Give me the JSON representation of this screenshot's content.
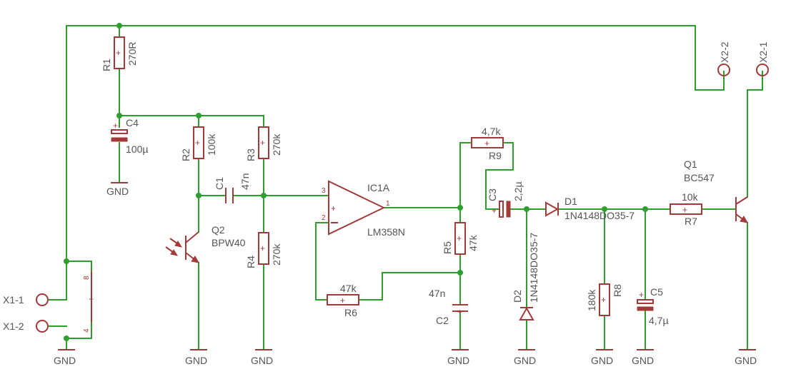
{
  "components": {
    "R1": {
      "name": "R1",
      "value": "270R"
    },
    "R2": {
      "name": "R2",
      "value": "100k"
    },
    "R3": {
      "name": "R3",
      "value": "270k"
    },
    "R4": {
      "name": "R4",
      "value": "270k"
    },
    "R5": {
      "name": "R5",
      "value": "47k"
    },
    "R6": {
      "name": "R6",
      "value": "47k"
    },
    "R7": {
      "name": "R7",
      "value": "10k"
    },
    "R8": {
      "name": "R8",
      "value": "180k"
    },
    "R9": {
      "name": "R9",
      "value": "4,7k"
    },
    "C1": {
      "name": "C1",
      "value": "47n"
    },
    "C2": {
      "name": "C2",
      "value": "47n"
    },
    "C3": {
      "name": "C3",
      "value": "2,2µ"
    },
    "C4": {
      "name": "C4",
      "value": "100µ"
    },
    "C5": {
      "name": "C5",
      "value": "4,7µ"
    },
    "D1": {
      "name": "D1",
      "value": "1N4148DO35-7"
    },
    "D2": {
      "name": "D2",
      "value": "1N4148DO35-7"
    },
    "Q1": {
      "name": "Q1",
      "value": "BC547"
    },
    "Q2": {
      "name": "Q2",
      "value": "BPW40"
    },
    "IC1": {
      "name": "IC1A",
      "value": "LM358N",
      "pin_in_plus": "3",
      "pin_in_minus": "2",
      "pin_out": "1"
    },
    "X1": {
      "pin1": "X1-1",
      "pin2": "X1-2",
      "pin_top": "8",
      "pin_bottom": "4"
    },
    "X2": {
      "pin1": "X2-1",
      "pin2": "X2-2"
    }
  },
  "gnd_label": "GND",
  "colors": {
    "wire": "#2e9e2e",
    "part": "#a33a3a",
    "label": "#555555"
  }
}
